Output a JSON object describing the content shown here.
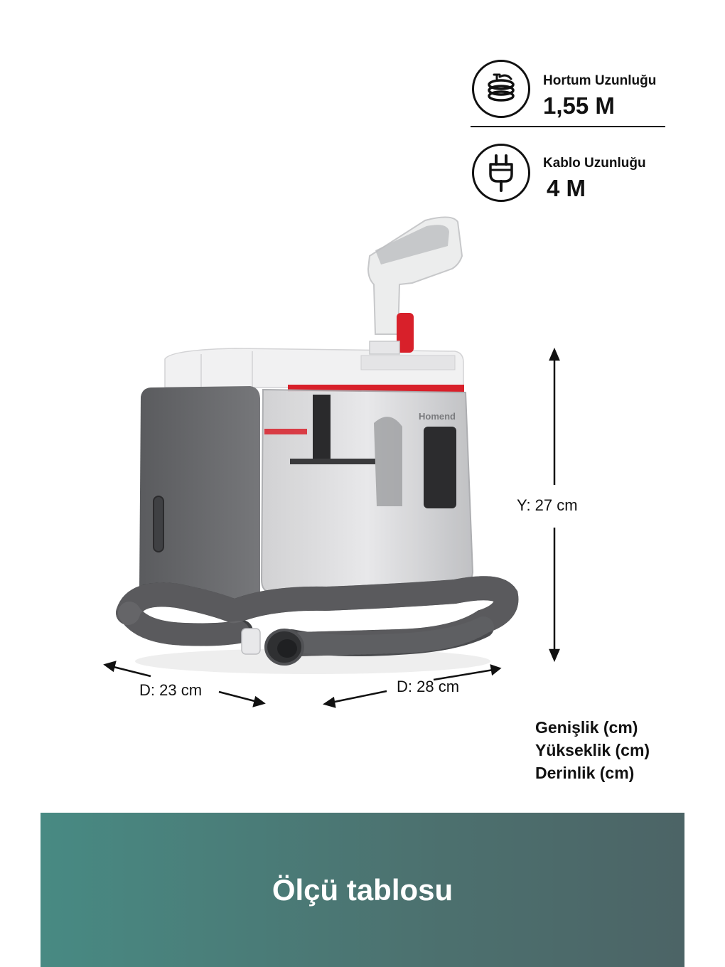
{
  "specs": [
    {
      "label": "Hortum Uzunluğu",
      "value": "1,55 M",
      "icon": "hose-coil-icon"
    },
    {
      "label": "Kablo Uzunluğu",
      "value": "4 M",
      "icon": "power-plug-icon"
    }
  ],
  "product": {
    "brand": "Homend"
  },
  "dimensions": {
    "height": "Y: 27 cm",
    "depth_left": "D: 23 cm",
    "depth_right": "D: 28 cm"
  },
  "legend": [
    "Genişlik (cm)",
    "Yükseklik (cm)",
    "Derinlik (cm)"
  ],
  "banner": {
    "title": "Ölçü tablosu"
  },
  "colors": {
    "banner_start": "#488a83",
    "banner_end": "#4c6466",
    "accent_red": "#d8202a"
  }
}
